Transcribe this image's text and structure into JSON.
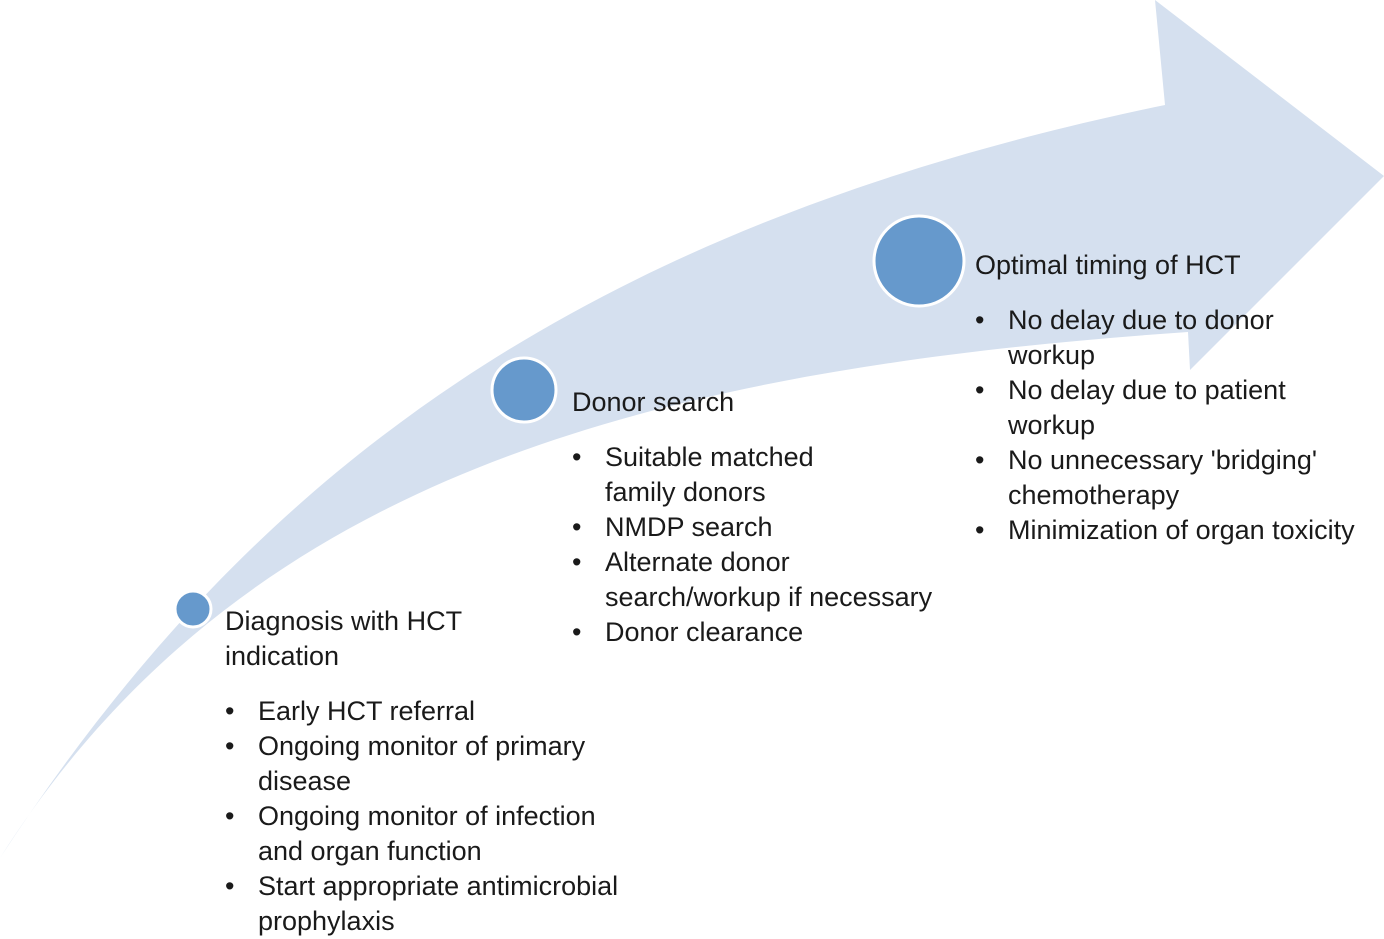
{
  "colors": {
    "arrow_fill": "#d5e0ef",
    "circle_fill": "#6699cc",
    "circle_stroke": "#ffffff",
    "text": "#1a1a1a"
  },
  "stages": [
    {
      "title_lines": [
        "Diagnosis with HCT",
        "indication"
      ],
      "bullets": [
        [
          "Early HCT referral"
        ],
        [
          "Ongoing monitor of primary",
          "disease"
        ],
        [
          "Ongoing monitor of infection",
          "and organ function"
        ],
        [
          "Start appropriate antimicrobial",
          "prophylaxis"
        ]
      ]
    },
    {
      "title_lines": [
        "Donor search"
      ],
      "bullets": [
        [
          "Suitable matched",
          "family donors"
        ],
        [
          "NMDP search"
        ],
        [
          "Alternate donor",
          "search/workup if necessary"
        ],
        [
          "Donor clearance"
        ]
      ]
    },
    {
      "title_lines": [
        "Optimal timing of HCT"
      ],
      "bullets": [
        [
          "No delay due to donor",
          "workup"
        ],
        [
          "No delay due to patient",
          "workup"
        ],
        [
          "No unnecessary 'bridging'",
          "chemotherapy"
        ],
        [
          "Minimization of organ toxicity"
        ]
      ]
    }
  ]
}
